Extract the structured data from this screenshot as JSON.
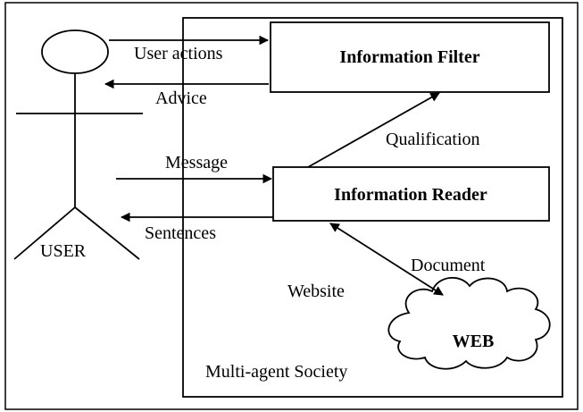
{
  "diagram": {
    "actor": {
      "label": "USER"
    },
    "society": {
      "label": "Multi-agent Society"
    },
    "agents": {
      "filter": {
        "label": "Information Filter"
      },
      "reader": {
        "label": "Information Reader"
      }
    },
    "web": {
      "label": "WEB"
    },
    "edges": {
      "user_actions": "User actions",
      "advice": "Advice",
      "message": "Message",
      "sentences": "Sentences",
      "qualification": "Qualification",
      "document": "Document",
      "website": "Website"
    }
  }
}
